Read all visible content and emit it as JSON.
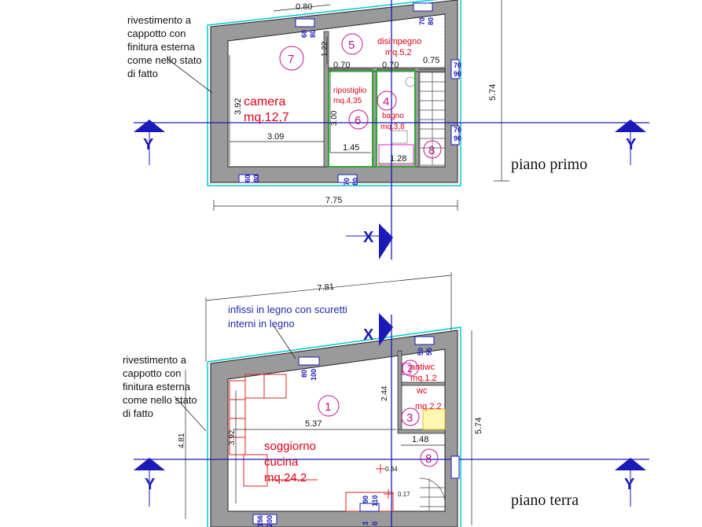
{
  "colors": {
    "wall": "#9a9a9a",
    "axis": "#1a1ab8",
    "room_text": "#e0001a",
    "room_number": "#c0148c",
    "cyan": "#00c8d8",
    "green": "#2ea82e",
    "magenta": "#e020c8",
    "red_furniture": "#e02020"
  },
  "upper": {
    "note": [
      "rivestimento a",
      "cappotto con",
      "finitura esterna",
      "come nello stato",
      "di fatto"
    ],
    "plan_label": "piano primo",
    "dims": {
      "top_gap": "0.80",
      "vertical_left": "3.92",
      "width_309": "3.09",
      "bottom_total": "7.75",
      "height_total": "5.74",
      "d070a": "0.70",
      "d070b": "0.70",
      "d075": "0.75",
      "d122": "1.22",
      "d300": "3.00",
      "d145": "1.45",
      "d128": "1.28"
    },
    "rooms": [
      {
        "num": "7",
        "lines": [
          "camera",
          "mq.12,7"
        ]
      },
      {
        "num": "5",
        "lines": [
          "disimpegno",
          "mq.5,2"
        ]
      },
      {
        "num": "6",
        "lines": [
          "ripostiglio",
          "mq.4,35"
        ]
      },
      {
        "num": "4",
        "lines": [
          "bagno",
          "mq.3,8"
        ]
      },
      {
        "num": "8",
        "lines": []
      }
    ],
    "windows": [
      {
        "a": "60",
        "b": "80"
      },
      {
        "a": "70",
        "b": "80"
      },
      {
        "a": "70",
        "b": "90"
      },
      {
        "a": "70",
        "b": "90"
      },
      {
        "a": "60",
        "b": "80"
      },
      {
        "a": "70",
        "b": "80"
      }
    ],
    "axes": {
      "y": "Y",
      "x": "X"
    }
  },
  "lower": {
    "note": [
      "rivestimento a",
      "cappotto con",
      "finitura esterna",
      "come nello stato",
      "di fatto"
    ],
    "blue_note": [
      "infissi in legno con scuretti",
      "interni in legno"
    ],
    "plan_label": "piano terra",
    "dims": {
      "top_total": "7.81",
      "d537": "5.37",
      "d244": "2.44",
      "d392": "3.92",
      "d481": "4.81",
      "height_total": "5.74",
      "d148": "1.48",
      "d034": "0.34",
      "d017": "0.17"
    },
    "rooms": [
      {
        "num": "1",
        "lines": [
          "soggiorno",
          "cucina",
          "mq.24.2"
        ]
      },
      {
        "num": "2",
        "lines": [
          "antiwc",
          "mq.1.2"
        ]
      },
      {
        "num": "3",
        "lines": [
          "wc",
          "mq.2.2"
        ]
      },
      {
        "num": "8",
        "lines": []
      }
    ],
    "windows": [
      {
        "a": "80",
        "b": "100"
      },
      {
        "a": "50",
        "b": "55"
      },
      {
        "a": "156",
        "b": "200"
      },
      {
        "a": "90",
        "b": "110"
      },
      {
        "a": "3",
        "b": "0"
      }
    ],
    "axes": {
      "y": "Y",
      "x": "X"
    }
  }
}
